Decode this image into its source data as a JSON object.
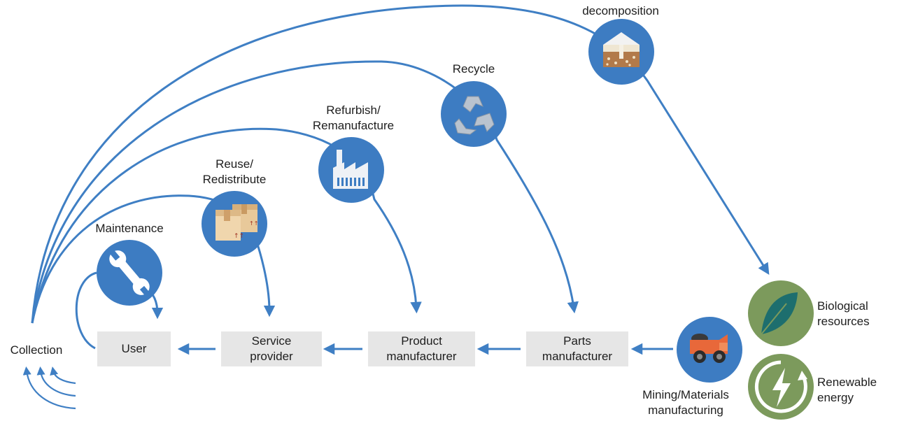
{
  "loops": {
    "maintenance": "Maintenance",
    "reuse": {
      "line1": "Reuse/",
      "line2": "Redistribute"
    },
    "refurbish": {
      "line1": "Refurbish/",
      "line2": "Remanufacture"
    },
    "recycle": "Recycle",
    "decomposition": "decomposition"
  },
  "chain": {
    "user": "User",
    "service_provider": {
      "line1": "Service",
      "line2": "provider"
    },
    "product_manufacturer": {
      "line1": "Product",
      "line2": "manufacturer"
    },
    "parts_manufacturer": {
      "line1": "Parts",
      "line2": "manufacturer"
    }
  },
  "sources": {
    "mining": {
      "line1": "Mining/Materials",
      "line2": "manufacturing"
    },
    "biological": {
      "line1": "Biological",
      "line2": "resources"
    },
    "renewable": {
      "line1": "Renewable",
      "line2": "energy"
    }
  },
  "collection": "Collection",
  "colors": {
    "flow_blue": "#3f7fc4",
    "circle_blue": "#3d7cc2",
    "green": "#7c9a5c",
    "box_gray": "#e6e6e6"
  },
  "icons": [
    "wrench-icon",
    "boxes-icon",
    "factory-icon",
    "recycle-icon",
    "decomposition-icon",
    "mining-truck-icon",
    "leaf-icon",
    "lightning-icon"
  ]
}
